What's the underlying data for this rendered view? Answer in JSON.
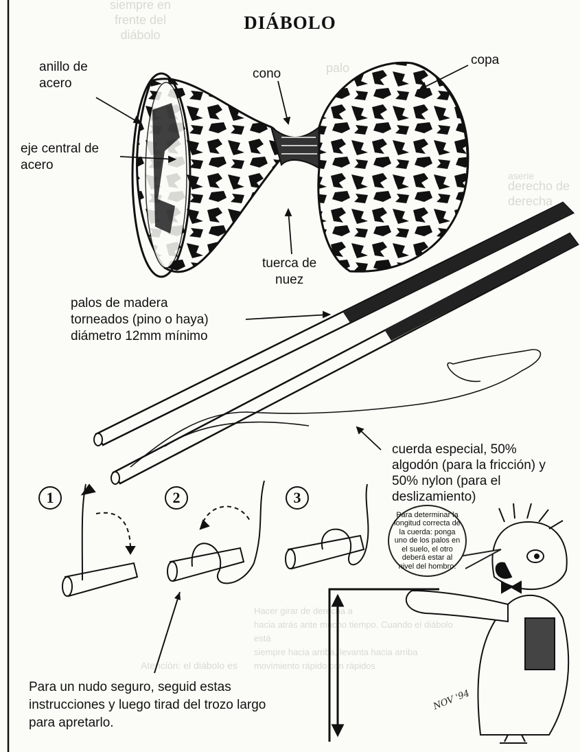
{
  "title": "DIÁBOLO",
  "labels": {
    "anillo": "anillo de\nacero",
    "eje": "eje central de\nacero",
    "cono": "cono",
    "copa": "copa",
    "tuerca": "tuerca de\nnuez",
    "palos": "palos de madera\ntorneados (pino o haya)\ndiámetro 12mm mínimo",
    "cuerda": "cuerda especial, 50%\nalgodón (para la fricción) y\n50% nylon (para el\ndeslizamiento)"
  },
  "steps": [
    "1",
    "2",
    "3"
  ],
  "bubble_text": "Para determinar la longitud correcta de la cuerda: ponga uno de los palos en el suelo, el otro deberá estar al nivel del hombro.",
  "knot_instructions": "Para un nudo seguro, seguid estas instrucciones y luego tirad del trozo largo para apretarlo.",
  "signature": "NOV '94",
  "background_text": {
    "top_left": "siempre en\nfrente del\ndiábolo",
    "left_mid": "derecho de\nderecha",
    "mid": "aserie",
    "palo": "palo",
    "bottom_mid": "Hacer girar de derecha a\nhacia atrás ante mucho tiempo. Cuando el diábolo está\nsiempre hacia arriba, levanta hacia arriba\nmovimiento rápido con rápidos",
    "bottom_left": "Atención: el diábolo es"
  },
  "colors": {
    "ink": "#111111",
    "ghost": "#d9d9d4",
    "paper": "#fbfbf8"
  }
}
